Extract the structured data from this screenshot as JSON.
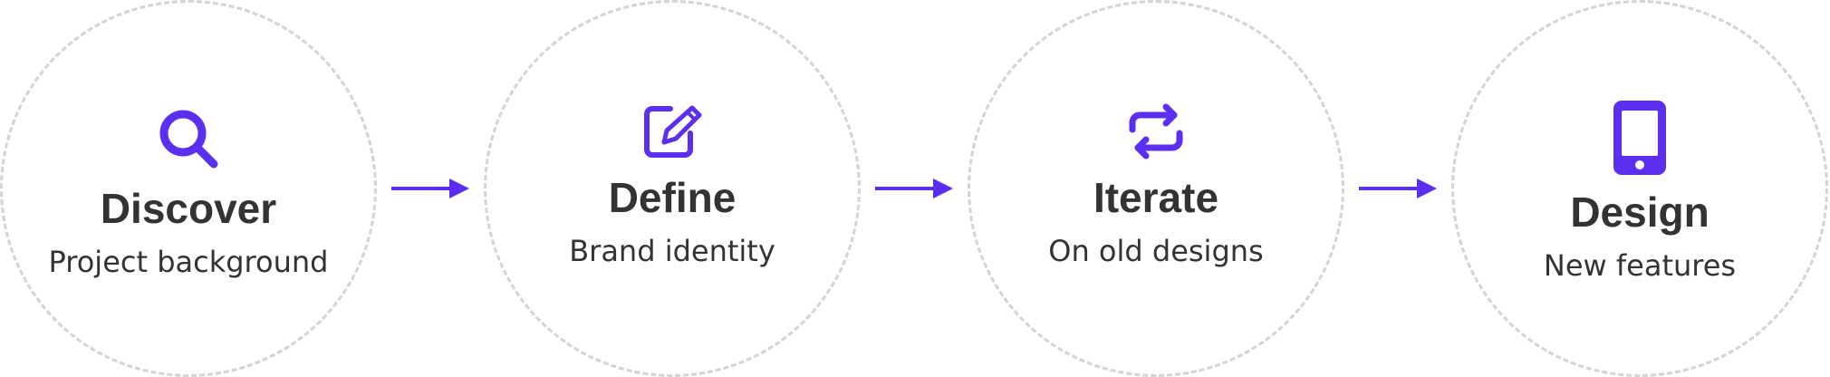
{
  "colors": {
    "accent": "#5b2ef0",
    "circle_border": "#d4d4d4",
    "text": "#333333"
  },
  "steps": [
    {
      "title": "Discover",
      "subtitle": "Project background",
      "icon": "search-icon"
    },
    {
      "title": "Define",
      "subtitle": "Brand identity",
      "icon": "edit-icon"
    },
    {
      "title": "Iterate",
      "subtitle": "On old designs",
      "icon": "repeat-icon"
    },
    {
      "title": "Design",
      "subtitle": "New features",
      "icon": "tablet-icon"
    }
  ]
}
